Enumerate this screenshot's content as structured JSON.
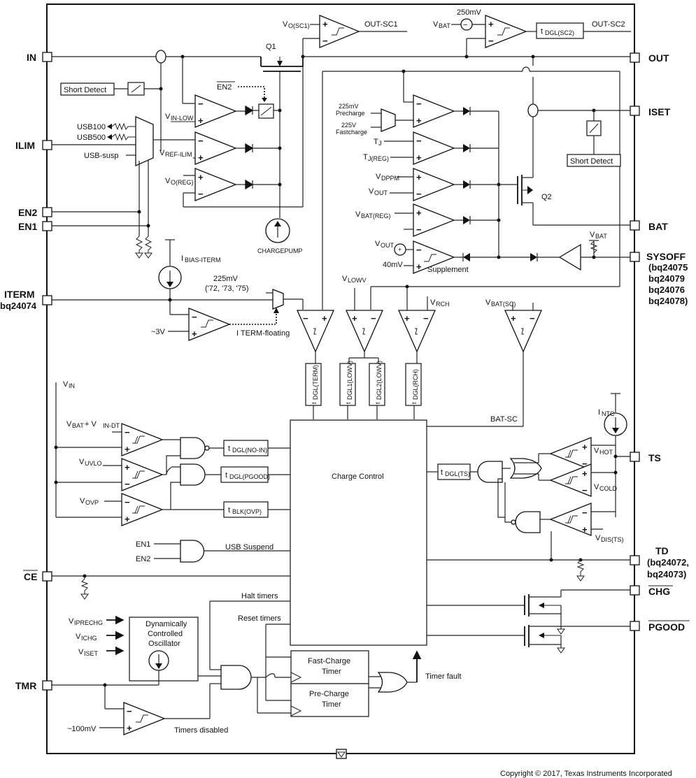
{
  "pins": {
    "in": "IN",
    "ilim": "ILIM",
    "en2": "EN2",
    "en1": "EN1",
    "iterm": "ITERM",
    "iterm_note": "bq24074",
    "ce": "CE",
    "tmr": "TMR",
    "out": "OUT",
    "iset": "ISET",
    "bat": "BAT",
    "sysoff": "SYSOFF",
    "sysoff_note1": "(bq24075",
    "sysoff_note2": "bq24079",
    "sysoff_note3": "bq24076",
    "sysoff_note4": "bq24078)",
    "ts": "TS",
    "td": "TD",
    "td_note1": "(bq24072,",
    "td_note2": "bq24073)",
    "chg": "CHG",
    "pgood": "PGOOD"
  },
  "top": {
    "vo_sc1": "O(SC1)",
    "out_sc1": "OUT-SC1",
    "mv250": "250mV",
    "vbat": "BAT",
    "tdgl_sc2": "DGL(SC2)",
    "out_sc2": "OUT-SC2",
    "q1": "Q1",
    "en2b": "EN2",
    "short_detect": "Short Detect"
  },
  "left": {
    "usb100": "USB100",
    "usb500": "USB500",
    "usb_susp": "USB-susp",
    "vin_low": "IN-LOW",
    "vref_ilim": "REF-ILIM",
    "vo_reg": "O(REG)",
    "chargepump": "CHARGEPUMP",
    "ibias_iterm": "BIAS-ITERM",
    "mv225": "225mV",
    "iterm_variants": "('72, '73, '75)",
    "iterm_floating": "I TERM-floating",
    "v3": "~3V"
  },
  "right": {
    "precharge_v": "225mV",
    "precharge": "Precharge",
    "fastcharge_v": "225V",
    "fastcharge": "Fastcharge",
    "tj": "J",
    "tj_reg": "J(REG)",
    "vdppm": "DPPM",
    "vout": "OUT",
    "vbat_reg": "BAT(REG)",
    "vout2": "OUT",
    "mv40": "40mV",
    "supplement": "Supplement",
    "q2": "Q2",
    "short_detect2": "Short Detect",
    "vbat2": "BAT"
  },
  "middle": {
    "vlowv": "LOWV",
    "vrch": "RCH",
    "vbat_sc": "BAT(SC)",
    "tdgl_term": "DGL(TERM)",
    "tdgl1_lowv": "DGL1(LOWV)",
    "tdgl2_lowv": "DGL2(LOWV)",
    "tdgl_rch": "DGL(RCH)",
    "bat_sc": "BAT-SC",
    "charge_control": "Charge Control"
  },
  "status": {
    "vin": "IN",
    "vbat_vindt_a": "BAT",
    "vbat_vindt_b": " + V",
    "vbat_vindt_c": "IN-DT",
    "vuvlo": "UVLO",
    "vovp": "OVP",
    "tdgl_noin": "DGL(NO-IN)",
    "tdgl_pgood": "DGL(PGOOD)",
    "tblk_ovp": "BLK(OVP)",
    "en1": "EN1",
    "en2": "EN2",
    "usb_suspend": "USB Suspend",
    "intc": "NTC",
    "vhot": "HOT",
    "vcold": "COLD",
    "vdis_ts": "DIS(TS)",
    "tdgl_ts": "DGL(TS)"
  },
  "timers": {
    "halt": "Halt timers",
    "reset": "Reset timers",
    "viprechg": "IPRECHG",
    "vichg": "ICHG",
    "viset": "ISET",
    "osc1": "Dynamically",
    "osc2": "Controlled",
    "osc3": "Oscillator",
    "fast1": "Fast-Charge",
    "fast2": "Timer",
    "pre1": "Pre-Charge",
    "pre2": "Timer",
    "timer_fault": "Timer fault",
    "v100": "~100mV",
    "disabled": "Timers disabled"
  },
  "footer": "Copyright © 2017, Texas Instruments Incorporated"
}
